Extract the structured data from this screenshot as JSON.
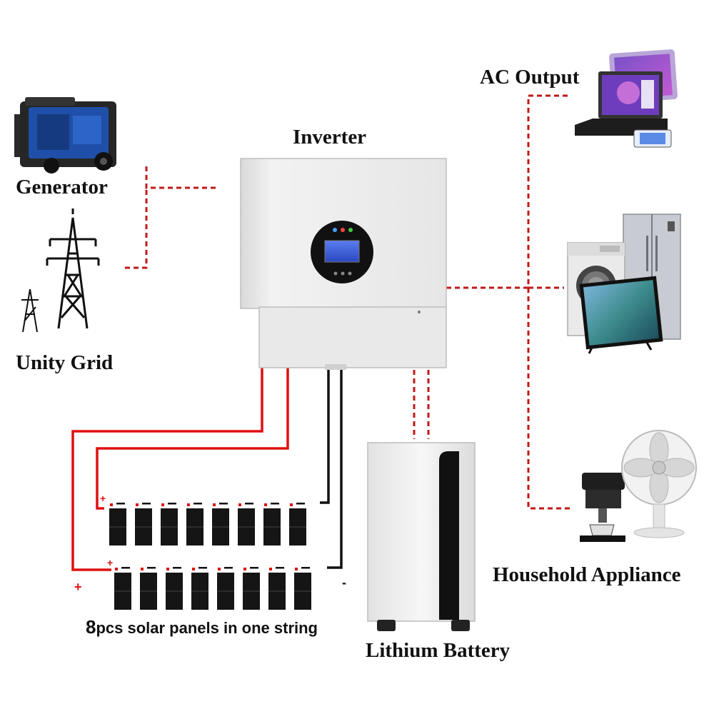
{
  "labels": {
    "generator": "Generator",
    "grid": "Unity Grid",
    "inverter": "Inverter",
    "ac_output": "AC Output",
    "household": "Household Appliance",
    "battery": "Lithium Battery",
    "panels_count": "8",
    "panels_rest": "pcs solar panels in one string"
  },
  "signs": {
    "plus": "+",
    "minus": "-"
  },
  "panel_strings": [
    {
      "name": "upper-string",
      "panel_count": 8
    },
    {
      "name": "lower-string",
      "panel_count": 8
    }
  ],
  "colors": {
    "ac_wire": "#c01818",
    "dc_positive": "#e01010",
    "dc_negative": "#111111",
    "inverter_body": "#eeeeee",
    "inverter_screen": "#3a5ed6",
    "battery_body": "#f2f2f2",
    "generator_blue": "#1f4fa8",
    "panel_black": "#151515"
  },
  "icons": [
    "generator-icon",
    "transmission-tower-icon",
    "inverter-icon",
    "tablet-icon",
    "laptop-icon",
    "phone-icon",
    "washing-machine-icon",
    "refrigerator-icon",
    "tv-icon",
    "coffee-machine-icon",
    "fan-icon",
    "battery-cabinet-icon",
    "solar-panel-icon"
  ]
}
